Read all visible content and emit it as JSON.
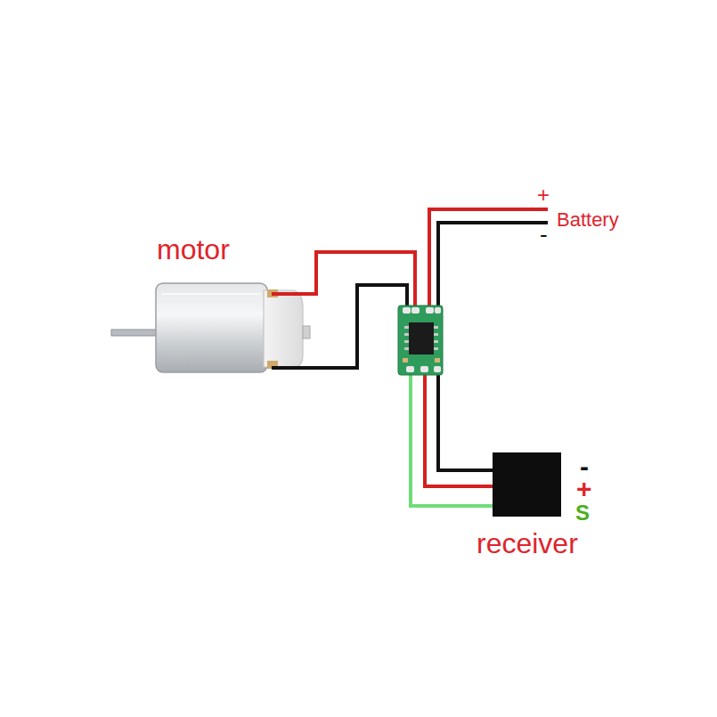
{
  "diagram": {
    "nodes": [
      {
        "text": [
          "motor"
        ]
      },
      {
        "text": [
          "receiver"
        ]
      }
    ],
    "labels": [
      "+",
      "Battery",
      "-",
      "-",
      "+",
      "S"
    ]
  }
}
